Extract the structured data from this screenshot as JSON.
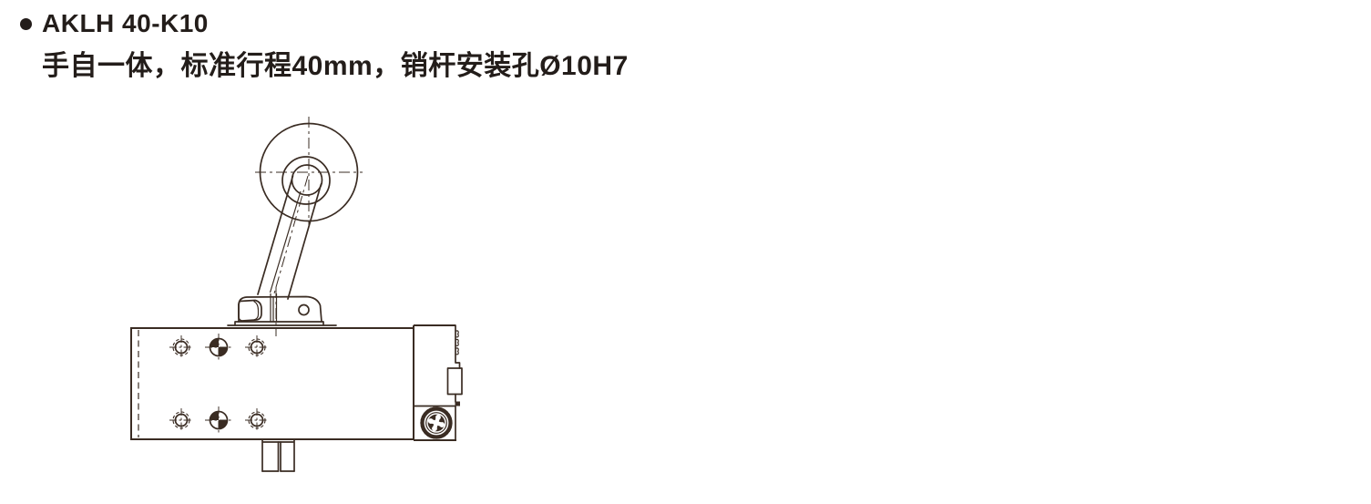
{
  "product": {
    "model": "AKLH 40-K10",
    "description": "手自一体，标准行程40mm，销杆安装孔Ø10H7"
  },
  "colors": {
    "background": "#ffffff",
    "text": "#231d1a",
    "drawing_line": "#3a2c23"
  },
  "drawing": {
    "view": "side-view technical drawing of manual/auto clamp unit",
    "parts": [
      "handle-knob",
      "lever-arm",
      "pivot-bracket",
      "cylinder-body",
      "mounting-holes",
      "datum-target-holes",
      "valve-block",
      "terminal-bumps",
      "connector-tab",
      "adjust-screw",
      "bottom-mount-tab"
    ]
  }
}
